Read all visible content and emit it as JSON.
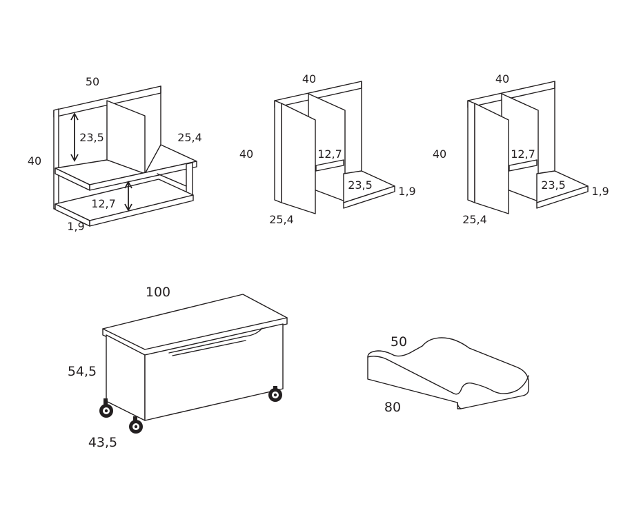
{
  "shelf_unit": {
    "width": "50",
    "height": "40",
    "depth": "25,4",
    "upper_gap": "23,5",
    "lower_gap": "12,7",
    "thickness": "1,9"
  },
  "cube_unit_1": {
    "width": "40",
    "height": "40",
    "depth": "25,4",
    "inner_height": "12,7",
    "base_depth": "23,5",
    "thickness": "1,9"
  },
  "cube_unit_2": {
    "width": "40",
    "height": "40",
    "depth": "25,4",
    "inner_height": "12,7",
    "base_depth": "23,5",
    "thickness": "1,9"
  },
  "toy_chest": {
    "width": "100",
    "height": "54,5",
    "depth": "43,5"
  },
  "changing_mat": {
    "width": "50",
    "length": "80"
  }
}
